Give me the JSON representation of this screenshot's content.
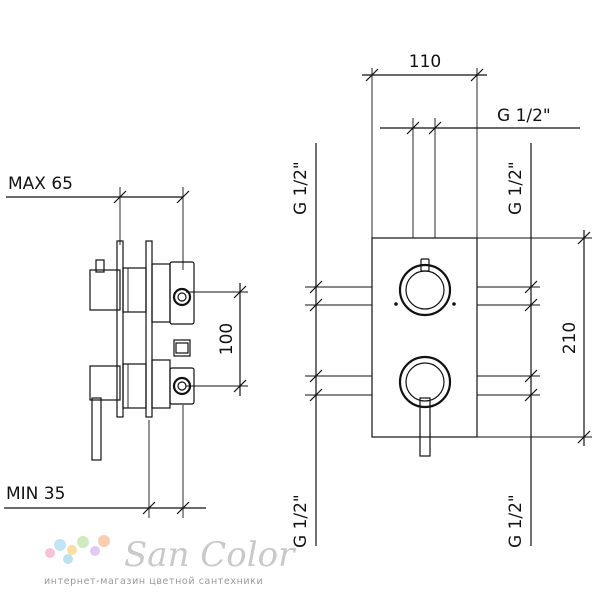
{
  "dimensions": {
    "max_depth": "MAX 65",
    "min_depth": "MIN 35",
    "side_spacing": "100",
    "width": "110",
    "height": "210",
    "top_thread": "G 1/2\"",
    "left_thread_upper": "G 1/2\"",
    "right_thread_upper": "G 1/2\"",
    "left_thread_lower": "G 1/2\"",
    "right_thread_lower": "G 1/2\""
  },
  "logo": {
    "brand": "San Color",
    "tagline": "интернет-магазин цветной сантехники",
    "dot_colors": [
      "#f3a6c8",
      "#a8d8f0",
      "#f7d27a",
      "#b9e3a5",
      "#d6b3ec",
      "#f7b98e",
      "#9fd4e8"
    ]
  }
}
